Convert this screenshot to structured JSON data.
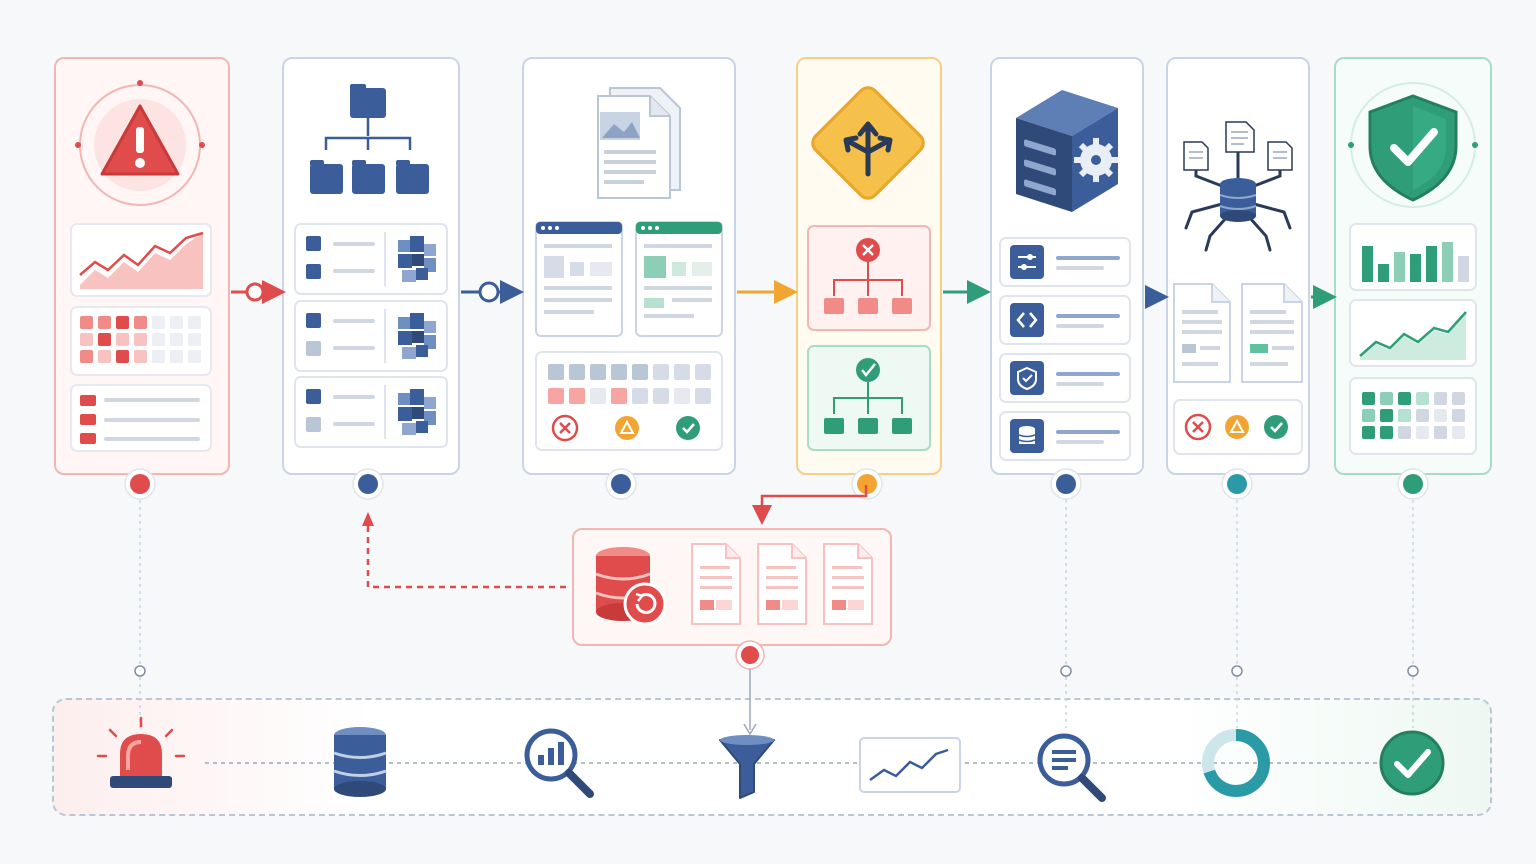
{
  "colors": {
    "alert_red": "#e04b4b",
    "primary_blue": "#3b5e9b",
    "warning_orange": "#f3a531",
    "success_green": "#2f9e78",
    "teal": "#2a9aa6",
    "line_gray": "#b9c6d6",
    "panel_border": "#c9d5e6"
  },
  "stages": [
    {
      "key": "alert",
      "icon": "warning-triangle-icon",
      "color": "#e04b4b"
    },
    {
      "key": "classify",
      "icon": "hierarchy-icon",
      "color": "#3b5e9b"
    },
    {
      "key": "documents",
      "icon": "documents-icon",
      "color": "#3b5e9b"
    },
    {
      "key": "decide",
      "icon": "decision-sign-icon",
      "color": "#f3a531"
    },
    {
      "key": "engine",
      "icon": "server-gear-icon",
      "color": "#3b5e9b"
    },
    {
      "key": "crawl",
      "icon": "database-crawler-icon",
      "color": "#2a9aa6"
    },
    {
      "key": "secure",
      "icon": "shield-check-icon",
      "color": "#2f9e78"
    }
  ],
  "rollback": {
    "icon": "database-restore-icon",
    "color": "#e04b4b"
  },
  "monitor_steps": [
    "siren-icon",
    "database-icon",
    "analytics-search-icon",
    "filter-funnel-icon",
    "trend-chart-icon",
    "document-search-icon",
    "donut-progress-icon",
    "success-check-icon"
  ]
}
